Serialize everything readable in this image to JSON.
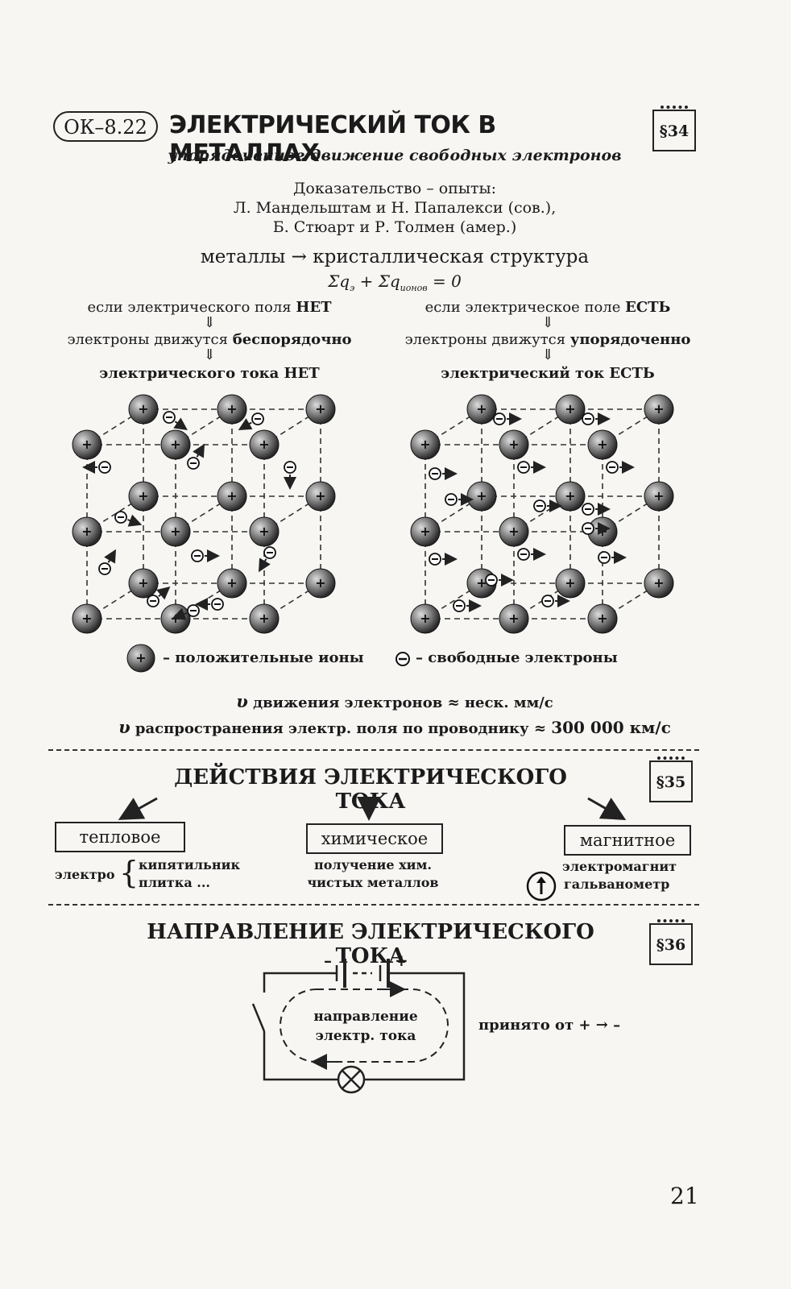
{
  "header": {
    "badge": "ОК–8.22",
    "title": "ЭЛЕКТРИЧЕСКИЙ ТОК В МЕТАЛЛАХ",
    "section": "§34",
    "subtitle": "упорядоченное движение свободных электронов"
  },
  "proof": {
    "heading": "Доказательство – опыты:",
    "line1": "Л. Мандельштам и Н. Папалекси (сов.),",
    "line2": "Б. Стюарт и Р. Толмен (амер.)"
  },
  "structure": {
    "line": "металлы → кристаллическая структура",
    "formula_sum_e": "Σq",
    "formula_sub_e": "э",
    "formula_plus": " + Σq",
    "formula_sub_ion": "ионов",
    "formula_eq": " = 0"
  },
  "left_column": {
    "cond_pre": "если электрического поля ",
    "cond_bold": "НЕТ",
    "move_pre": "электроны движутся ",
    "move_bold": "беспорядочно",
    "result": "электрического тока НЕТ"
  },
  "right_column": {
    "cond_pre": "если электрическое поле ",
    "cond_bold": "ЕСТЬ",
    "move_pre": "электроны движутся ",
    "move_bold": "упорядоченно",
    "result": "электрический ток ЕСТЬ"
  },
  "arrow_down": "⇓",
  "legend": {
    "ion_label": "– положительные ионы",
    "electron_label": "– свободные электроны"
  },
  "speeds": {
    "v1_symbol": "υ",
    "v1_text": " движения электронов ≈ неск. мм/с",
    "v2_symbol": "υ",
    "v2_text": " распространения электр. поля по проводнику ≈ ",
    "v2_bold": "300 000 км/с"
  },
  "actions": {
    "title": "ДЕЙСТВИЯ ЭЛЕКТРИЧЕСКОГО ТОКА",
    "section": "§35",
    "thermal": "тепловое",
    "thermal_prefix": "электро",
    "thermal_item1": "кипятильник",
    "thermal_item2": "плитка ...",
    "chemical": "химическое",
    "chemical_line1": "получение хим.",
    "chemical_line2": "чистых металлов",
    "magnetic": "магнитное",
    "magnetic_item1": "электромагнит",
    "magnetic_item2": "гальванометр"
  },
  "direction": {
    "title": "НАПРАВЛЕНИЕ ЭЛЕКТРИЧЕСКОГО ТОКА",
    "section": "§36",
    "inner_line1": "направление",
    "inner_line2": "электр. тока",
    "accepted": "принято от + → –",
    "minus": "–",
    "plus": "+"
  },
  "page_number": "21"
}
